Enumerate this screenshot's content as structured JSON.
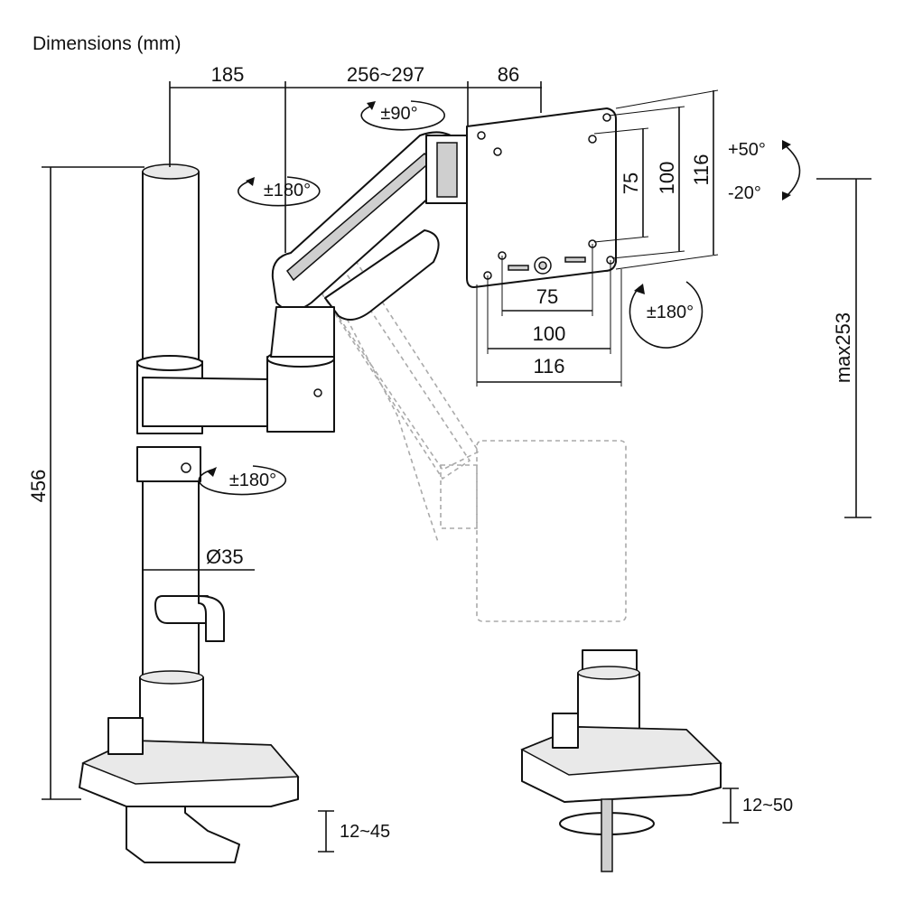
{
  "title": "Dimensions (mm)",
  "dims": {
    "arm_base": "185",
    "arm_length": "256~297",
    "plate_offset": "86",
    "height": "456",
    "diameter": "Ø35",
    "max_height": "max253",
    "vesa_inner_h": "75",
    "vesa_mid_h": "100",
    "vesa_outer_h": "116",
    "vesa_inner_w": "75",
    "vesa_mid_w": "100",
    "vesa_outer_w": "116",
    "clamp_range": "12~45",
    "grommet_range": "12~50"
  },
  "rotations": {
    "plate_rot": "±90°",
    "arm_rot": "±180°",
    "pole_rot": "±180°",
    "swivel_rot": "±180°",
    "tilt_up": "+50°",
    "tilt_down": "-20°"
  }
}
